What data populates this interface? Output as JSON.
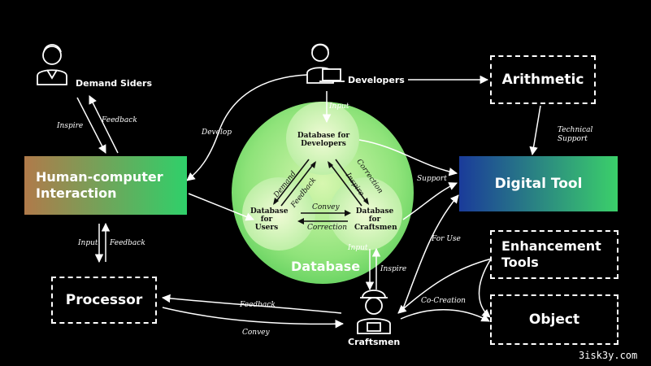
{
  "nodes": {
    "demand_siders": "Demand Siders",
    "developers": "Developers",
    "craftsmen": "Craftsmen",
    "arithmetic": "Arithmetic",
    "digital_tool": "Digital Tool",
    "enhancement_tools_line1": "Enhancement",
    "enhancement_tools_line2": "Tools",
    "object": "Object",
    "processor": "Processor",
    "hci_line1": "Human-computer",
    "hci_line2": "Interaction"
  },
  "database": {
    "title": "Database",
    "developers_line1": "Database for",
    "developers_line2": "Developers",
    "users_line1": "Database",
    "users_line2": "for",
    "users_line3": "Users",
    "craftsmen_line1": "Database",
    "craftsmen_line2": "for",
    "craftsmen_line3": "Craftsmen",
    "demand": "Demand",
    "feedback": "Feedback",
    "correction_top": "Correction",
    "inspire": "Inspire",
    "convey": "Convey",
    "correction_bottom": "Correction",
    "input": "Input"
  },
  "edges": {
    "inspire_left": "Inspire",
    "feedback_left": "Feedback",
    "develop": "Develop",
    "input_left": "Input",
    "feedback_hci": "Feedback",
    "support": "Support",
    "technical_support_line1": "Technical",
    "technical_support_line2": "Support",
    "for_use": "For Use",
    "co_creation": "Co-Creation",
    "input_craft": "Input",
    "inspire_craft": "Inspire",
    "feedback_processor": "Feedback",
    "convey_processor": "Convey"
  },
  "watermark": "3isk3y.com",
  "colors": {
    "background": "#000000",
    "hci_gradient_start": "#b07a4a",
    "hci_gradient_end": "#2fd06a",
    "digital_tool_gradient_start": "#1a3b9a",
    "digital_tool_gradient_end": "#3bd06a",
    "database_green": "#8fe37a"
  },
  "icons": [
    "person-icon",
    "developer-laptop-icon",
    "craftsman-worker-icon"
  ]
}
